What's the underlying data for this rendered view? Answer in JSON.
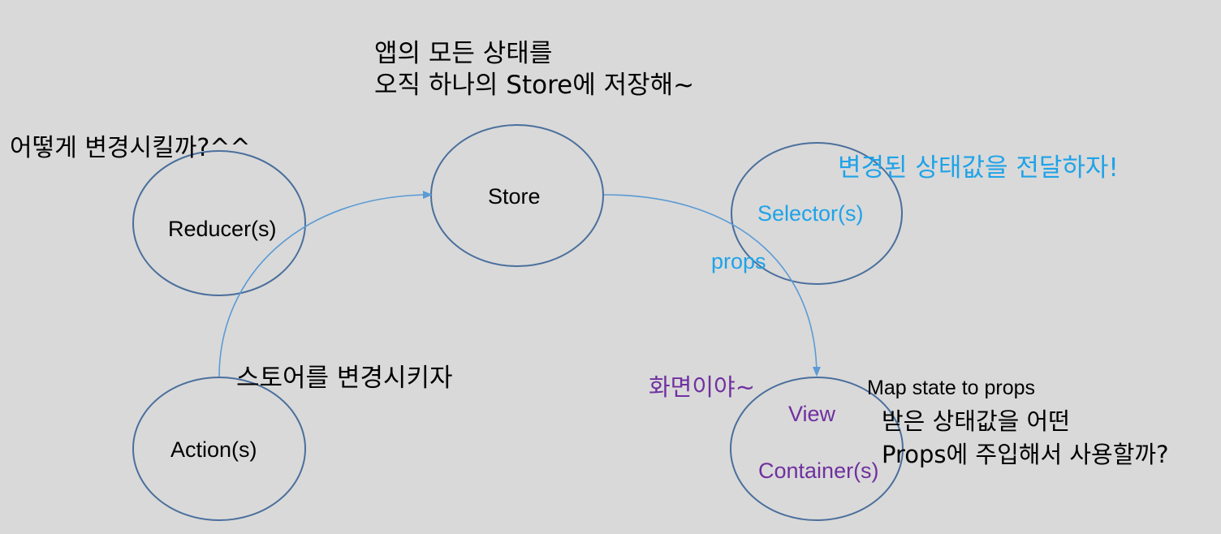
{
  "colors": {
    "background": "#d9d9d9",
    "node_stroke": "#4a6f9c",
    "arrow": "#5b9bd5",
    "selector_text": "#1fa3e8",
    "view_text": "#7030a0",
    "default_text": "#000000"
  },
  "nodes": {
    "store": "Store",
    "reducer": "Reducer(s)",
    "action": "Action(s)",
    "selector": "Selector(s)",
    "view": "View",
    "container": "Container(s)"
  },
  "edges": {
    "props_label": "props"
  },
  "notes": {
    "store_line1": "앱의 모든 상태를",
    "store_line2": "오직 하나의 Store에 저장해~",
    "reducer": "어떻게 변경시킬까?^^",
    "action": "스토어를 변경시키자",
    "selector": "변경된 상태값을 전달하자!",
    "view": "화면이야~",
    "map_title": "Map state to props",
    "map_line1": "받은 상태값을 어떤",
    "map_line2": "Props에 주입해서 사용할까?"
  }
}
